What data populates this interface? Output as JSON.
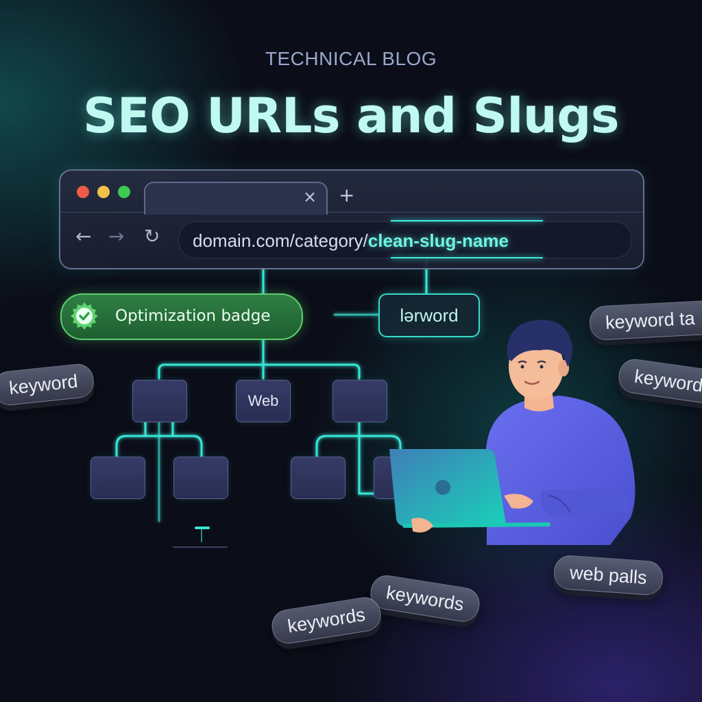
{
  "header": {
    "eyebrow": "TECHNICAL BLOG",
    "title": "SEO URLs and Slugs"
  },
  "browser": {
    "window_controls": [
      "close-dot",
      "minimize-dot",
      "maximize-dot"
    ],
    "tab_close_icon": "×",
    "new_tab_icon": "+",
    "nav_icons": {
      "back": "←",
      "forward": "→",
      "reload": "↻"
    },
    "url_base": "domain.com/category/",
    "url_slug": "clean-slug-name"
  },
  "badge": {
    "label": "Optimization badge",
    "icon": "check-seal-icon"
  },
  "keyword_box": {
    "label": "lərword"
  },
  "tree": {
    "root_label": "Web"
  },
  "floating_tags": [
    "keyword ta",
    "keyword",
    "keyword",
    "web palls",
    "keywords",
    "keywords"
  ],
  "colors": {
    "accent": "#3ff0dd",
    "title": "#bff9f2",
    "badge_green": "#2f7f43",
    "person_shirt": "#5b5fe0",
    "laptop": "#1fb9b0",
    "background": "#0b0d18"
  }
}
